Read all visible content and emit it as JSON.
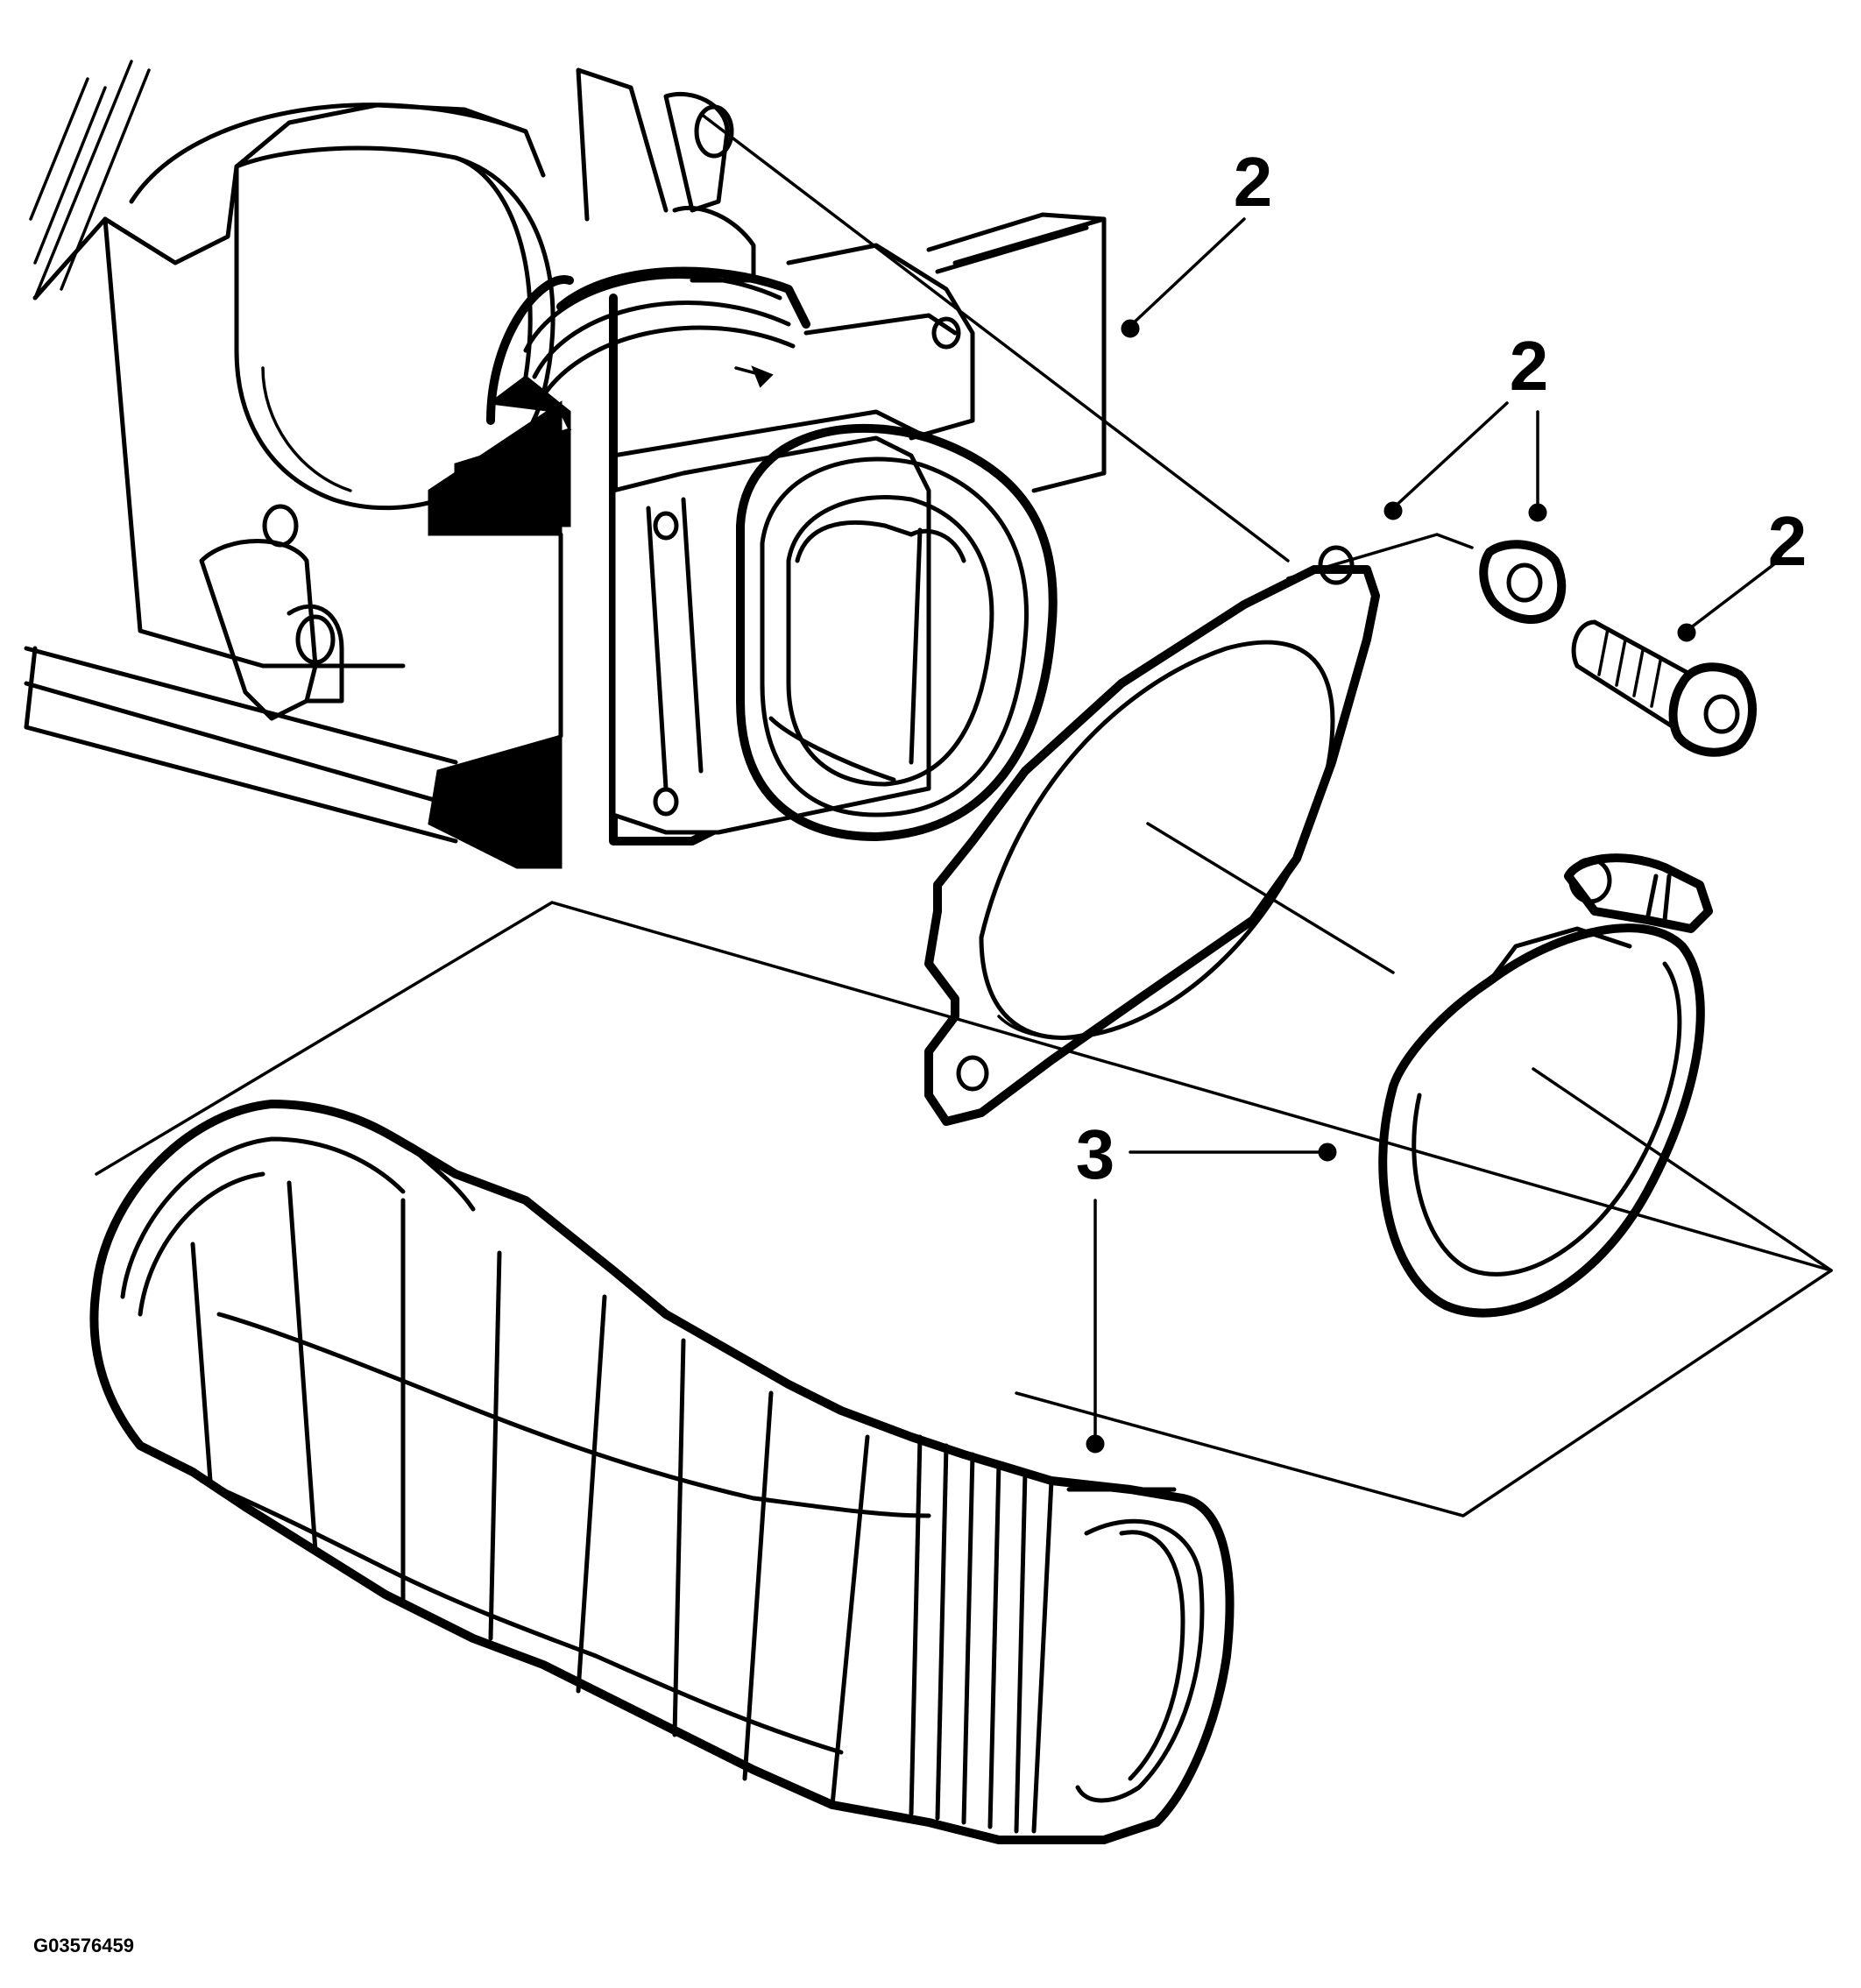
{
  "figure_id": "G03576459",
  "callouts": [
    {
      "id": "c1",
      "number": "2",
      "points_to": "mass air flow sensor"
    },
    {
      "id": "c2",
      "number": "2",
      "points_to": "gasket"
    },
    {
      "id": "c3",
      "number": "2",
      "points_to": "washer"
    },
    {
      "id": "c4",
      "number": "2",
      "points_to": "bolt"
    },
    {
      "id": "c5",
      "number": "3",
      "points_to": "hose clamp"
    },
    {
      "id": "c6",
      "number": "3",
      "points_to": "air intake hose"
    }
  ],
  "colors": {
    "line": "#000000",
    "background": "#ffffff"
  }
}
